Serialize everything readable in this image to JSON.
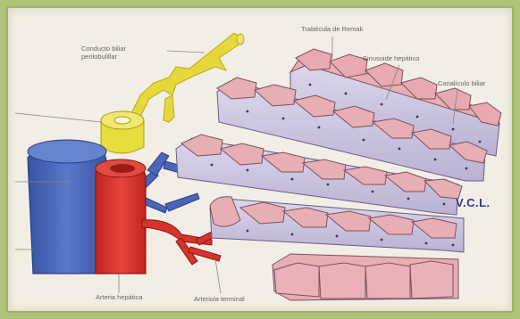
{
  "diagram": {
    "labels": {
      "trabecula": "Trabécula de Remak",
      "sinusoide": "Sinusoide hepático",
      "canaliculo": "Canalículo biliar",
      "conducto_line1": "Conducto biliar",
      "conducto_line2": "perilobulillar",
      "vcl": "V.C.L.",
      "arteria_hepatica": "Arteria hepática",
      "arteriola_terminal": "Arteriola terminal"
    },
    "colors": {
      "frame": "#aec27a",
      "background": "#f2eee5",
      "hepatocyte": "#e7aeb3",
      "sinusoid": "#c9c3de",
      "portal_vein": "#4563b7",
      "artery": "#d8322c",
      "bile_duct": "#e7dd3c"
    }
  }
}
